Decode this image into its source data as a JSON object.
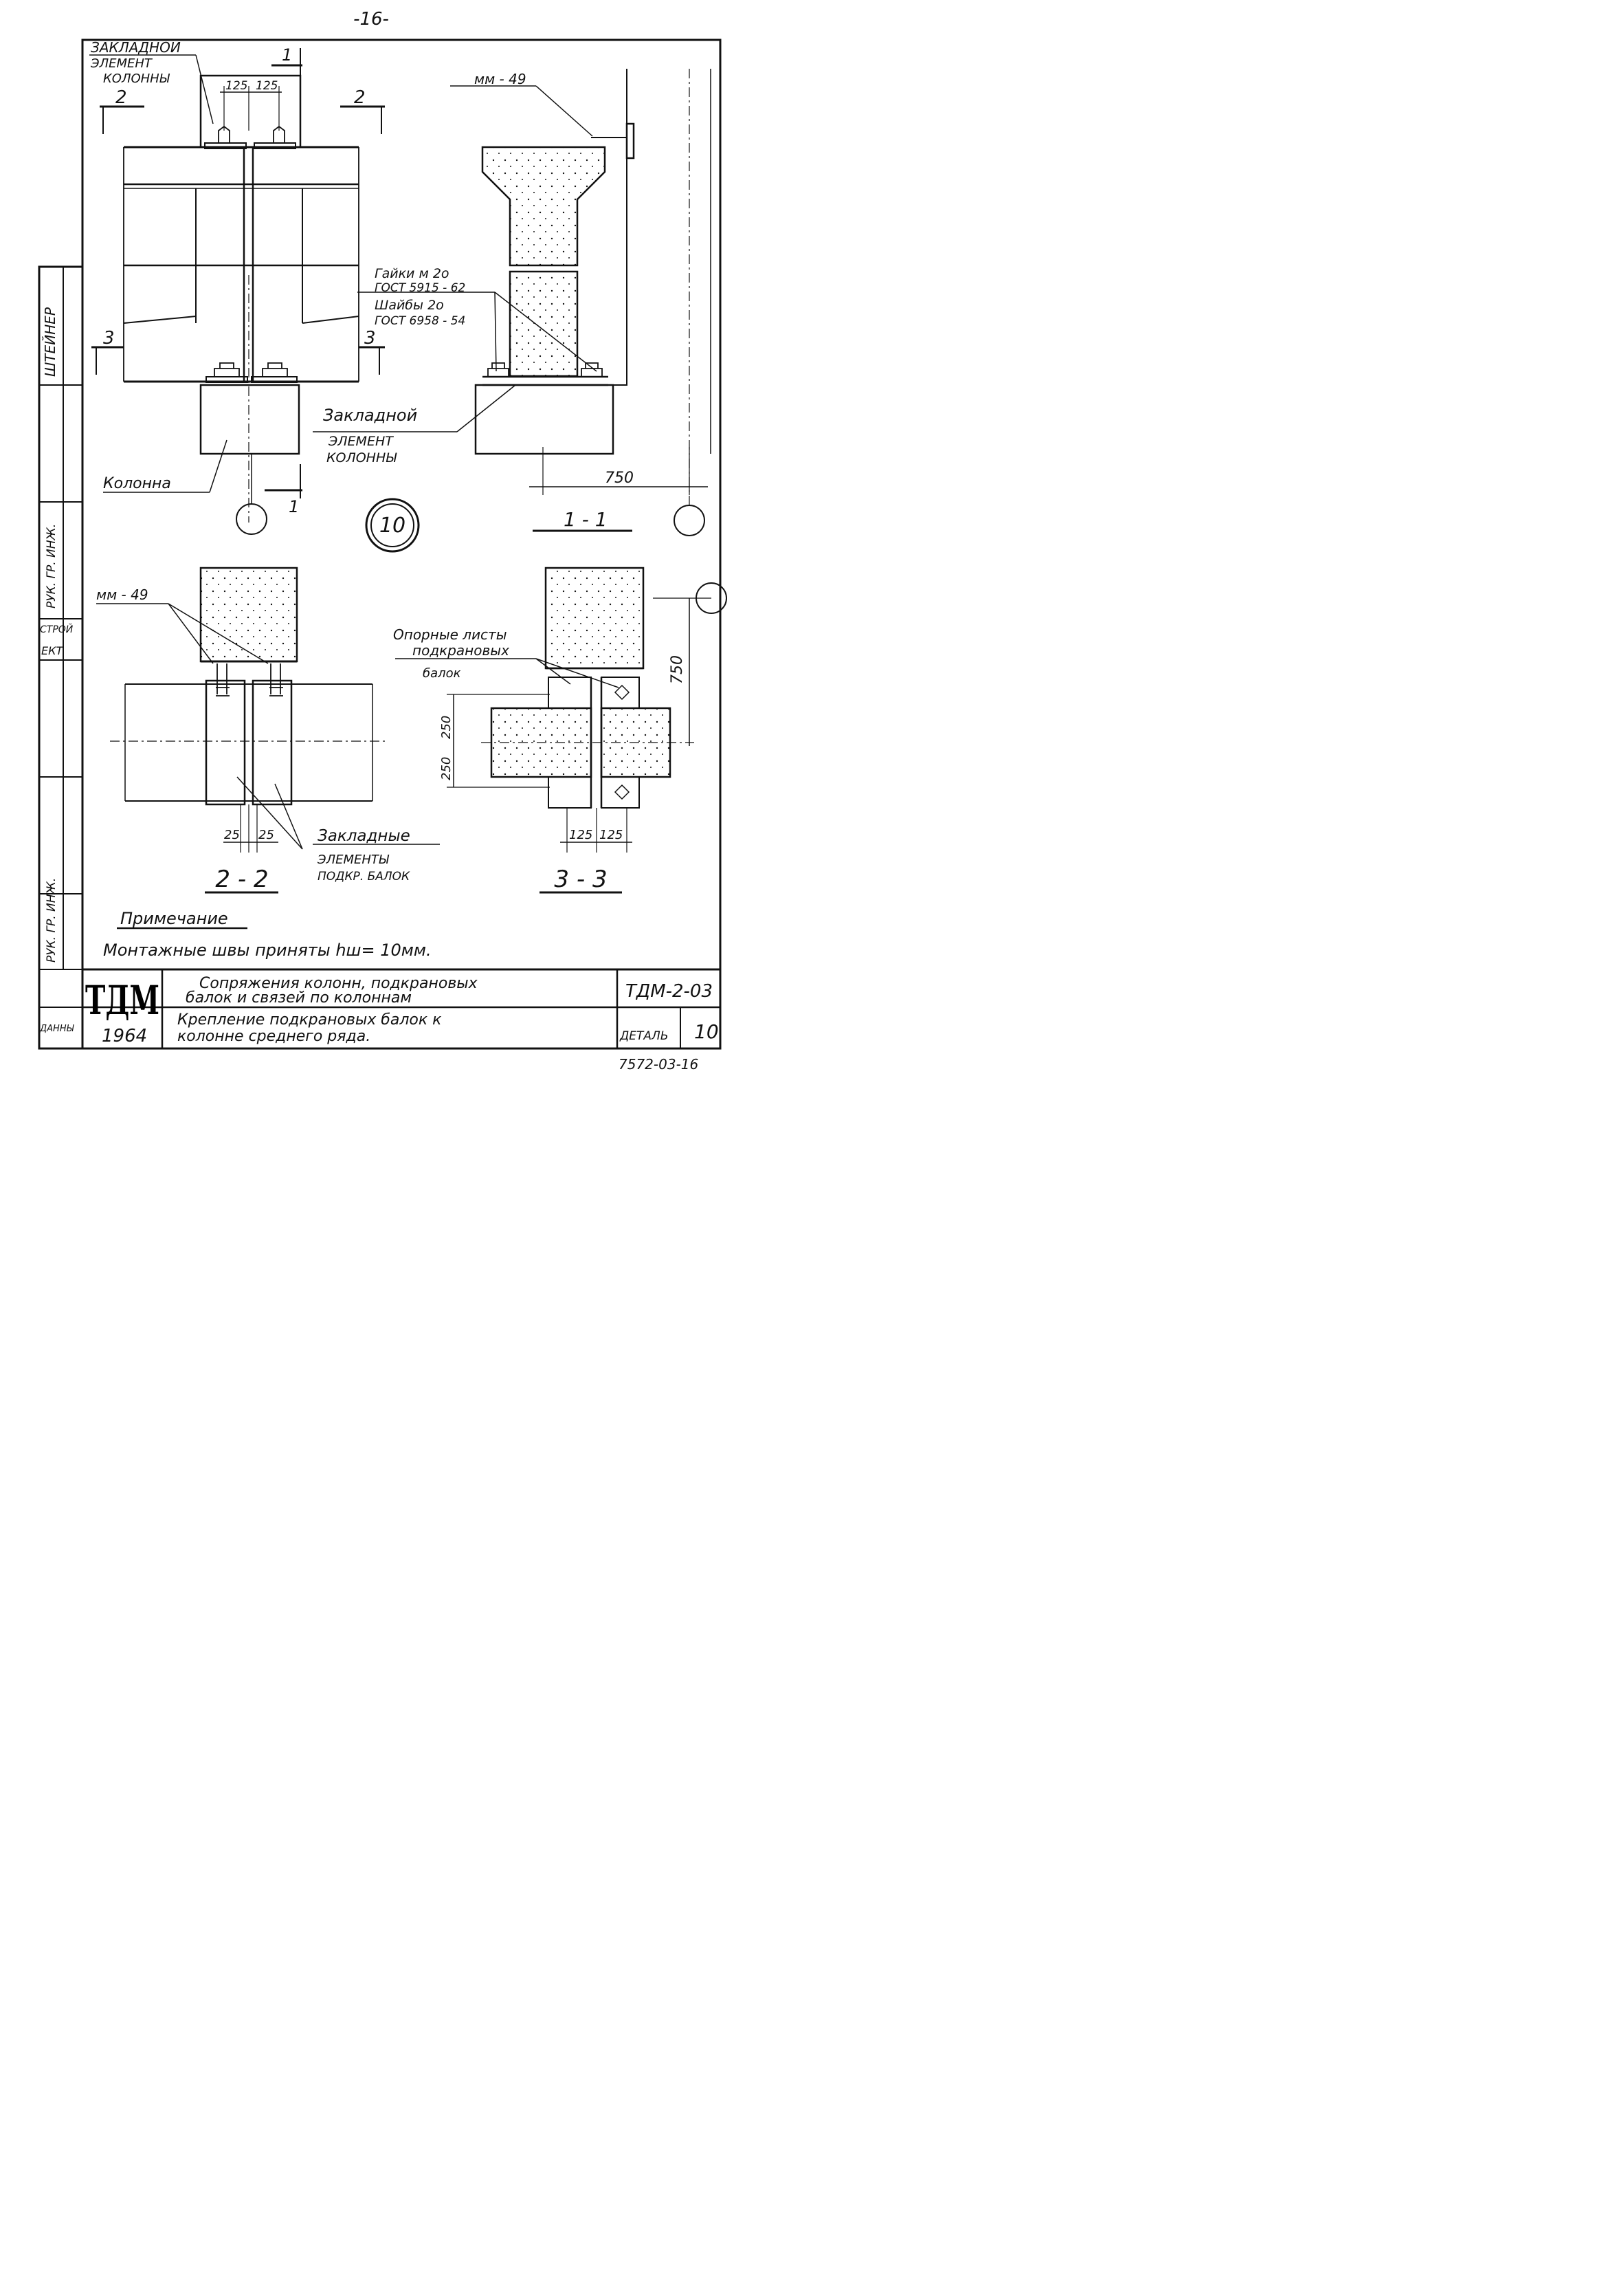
{
  "page_number": "-16-",
  "sec11": {
    "embedded_element": [
      "ЗАКЛАДНОЙ",
      "ЭЛЕМЕНТ",
      "КОЛОННЫ"
    ],
    "dim_a": "125",
    "dim_b": "125",
    "cut2_left": "2",
    "cut2_right": "2",
    "cut3_left": "3",
    "cut3_right": "3",
    "cut1_top": "1",
    "cut1_bottom": "1",
    "column_label": "Колонна",
    "mm49": "мм - 49",
    "nuts": [
      "Гайки м 2о",
      "ГОСТ 5915 - 62"
    ],
    "washers": [
      "Шайбы 2о",
      "ГОСТ 6958 - 54"
    ],
    "embedded_element_2": [
      "Закладной",
      "ЭЛЕМЕНТ",
      "КОЛОННЫ"
    ],
    "dim_750": "750",
    "section_title": "1 - 1",
    "detail_marker": "10"
  },
  "sec22": {
    "mm49": "мм - 49",
    "dim_a": "25",
    "dim_b": "25",
    "embedded": [
      "Закладные",
      "ЭЛЕМЕНТЫ",
      "ПОДКР. БАЛОК"
    ],
    "section_title": "2 - 2"
  },
  "sec33": {
    "support_plates": [
      "Опорные листы",
      "подкрановых",
      "балок"
    ],
    "dim_750": "750",
    "dim_250a": "250",
    "dim_250b": "250",
    "dim_125a": "125",
    "dim_125b": "125",
    "section_title": "3 - 3"
  },
  "note": {
    "title": "Примечание",
    "text": "Монтажные швы приняты hш= 10мм."
  },
  "side_stamp": [
    "ШТЕЙНЕР",
    "РУК. ГР. ИНЖ.",
    "СТРОЙ",
    "ЕКТ",
    "РУК. ГР. ИНЖ.",
    "ДАННЫ"
  ],
  "title_block": {
    "logo": "ТДМ",
    "year": "1964",
    "title_line1": "Сопряжения колонн, подкрановых",
    "title_line2": "балок и связей по колоннам",
    "sub_line1": "Крепление подкрановых балок к",
    "sub_line2": "колонне среднего ряда.",
    "code": "ТДМ-2-03",
    "detail_label": "ДЕТАЛЬ",
    "detail_value": "10",
    "sheet_number": "7572-03-16"
  }
}
